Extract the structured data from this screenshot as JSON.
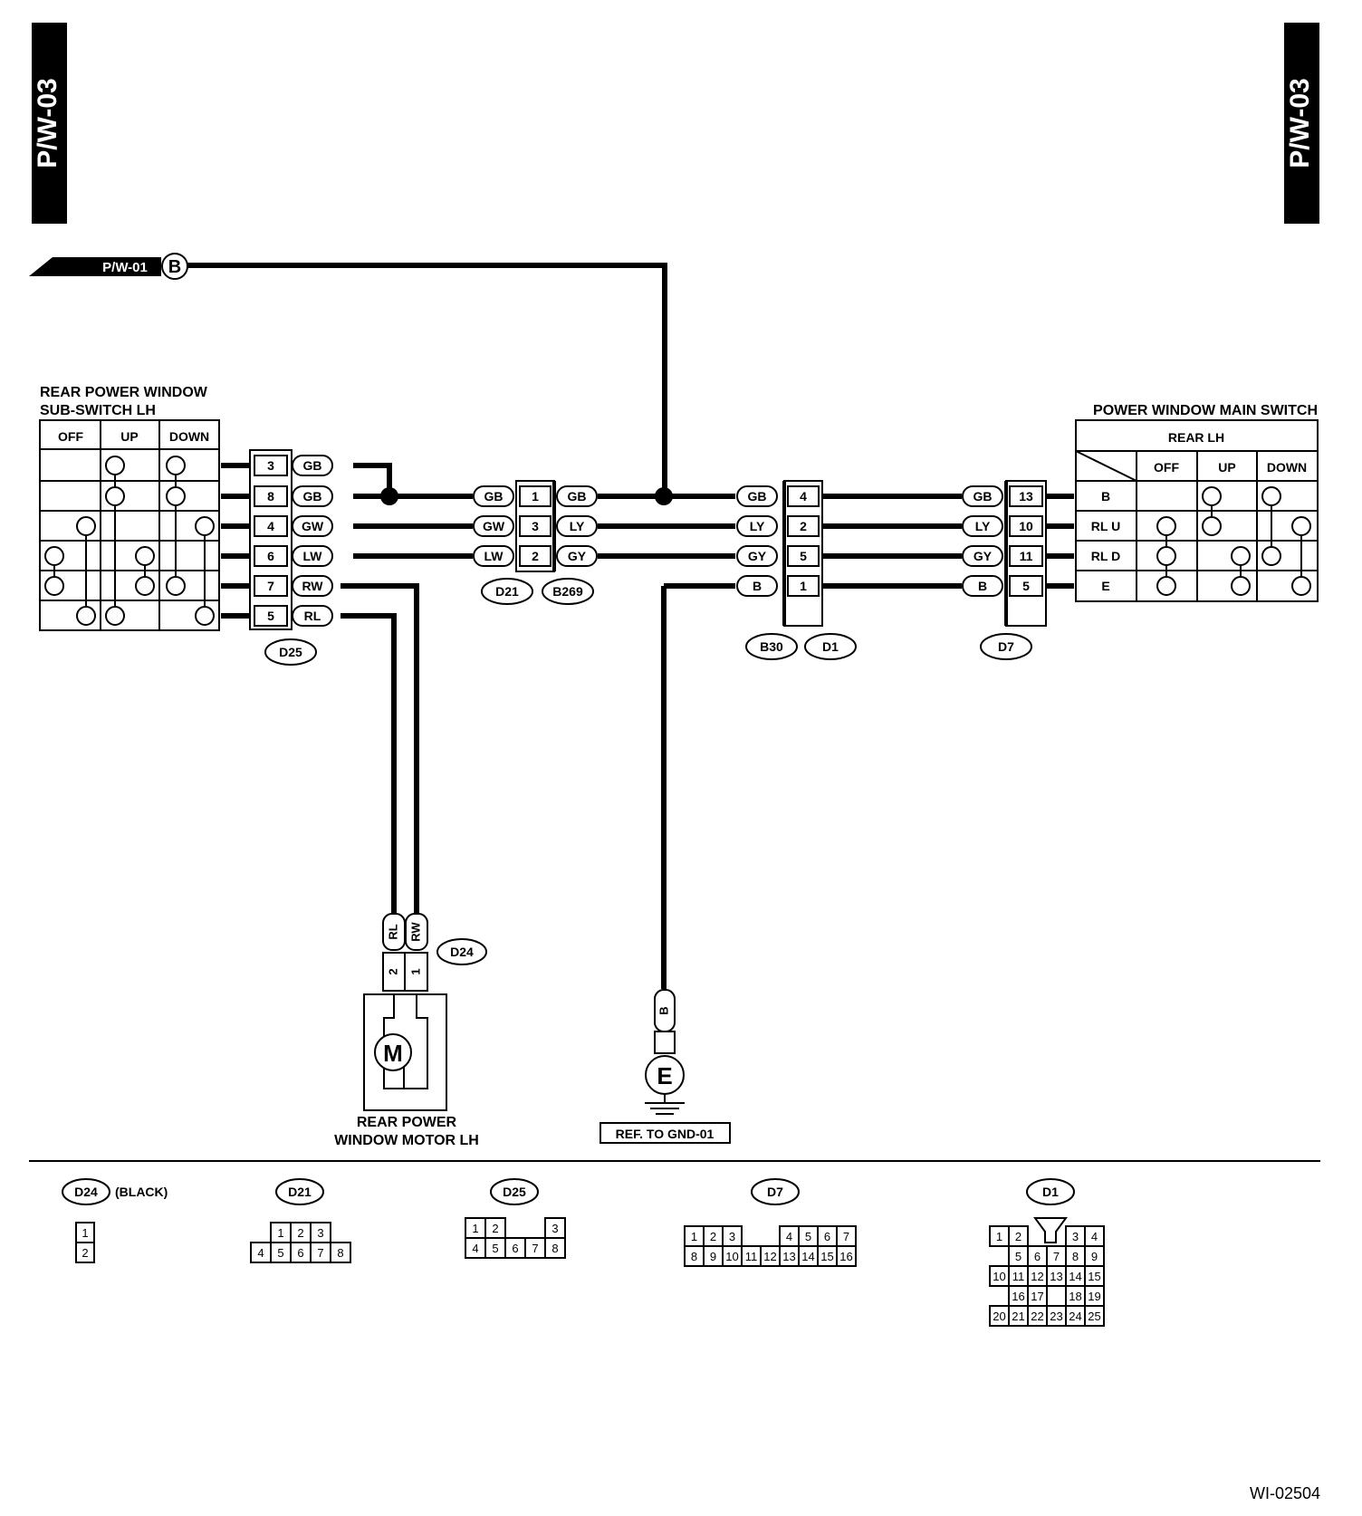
{
  "page_tags": {
    "left": "P/W-03",
    "right": "P/W-03"
  },
  "incoming": {
    "ref": "P/W-01",
    "letter": "B"
  },
  "sub_switch": {
    "title_line1": "REAR POWER WINDOW",
    "title_line2": "SUB-SWITCH LH",
    "columns": [
      "OFF",
      "UP",
      "DOWN"
    ]
  },
  "d25_block": {
    "connector": "D25",
    "pins": [
      "3",
      "8",
      "4",
      "6",
      "7",
      "5"
    ],
    "wires": [
      "GB",
      "GB",
      "GW",
      "LW",
      "RW",
      "RL"
    ]
  },
  "d21_block": {
    "connectors": [
      "D21",
      "B269"
    ],
    "pins": [
      "1",
      "3",
      "2"
    ],
    "left_wires": [
      "GB",
      "GW",
      "LW"
    ],
    "right_wires": [
      "GB",
      "LY",
      "GY"
    ]
  },
  "d1_block": {
    "connectors": [
      "B30",
      "D1"
    ],
    "pins": [
      "4",
      "2",
      "5",
      "1"
    ],
    "wires": [
      "GB",
      "LY",
      "GY",
      "B"
    ]
  },
  "d7_block": {
    "connector": "D7",
    "pins": [
      "13",
      "10",
      "11",
      "5"
    ],
    "wires": [
      "GB",
      "LY",
      "GY",
      "B"
    ]
  },
  "main_switch": {
    "title": "POWER WINDOW MAIN SWITCH",
    "subtitle": "REAR LH",
    "columns": [
      "OFF",
      "UP",
      "DOWN"
    ],
    "rows": [
      "B",
      "RL U",
      "RL D",
      "E"
    ]
  },
  "motor": {
    "connector": "D24",
    "pins": [
      "2",
      "1"
    ],
    "wires": [
      "RL",
      "RW"
    ],
    "symbol": "M",
    "title_line1": "REAR POWER",
    "title_line2": "WINDOW MOTOR LH"
  },
  "ground": {
    "wire": "B",
    "symbol": "E",
    "ref": "REF. TO GND-01"
  },
  "connector_views": [
    {
      "id": "D24",
      "note": "(BLACK)",
      "pins": [
        "1",
        "2"
      ]
    },
    {
      "id": "D21",
      "pins": [
        "1",
        "2",
        "3",
        "4",
        "5",
        "6",
        "7",
        "8"
      ]
    },
    {
      "id": "D25",
      "pins": [
        "1",
        "2",
        "3",
        "4",
        "5",
        "6",
        "7",
        "8"
      ]
    },
    {
      "id": "D7",
      "pins": [
        "1",
        "2",
        "3",
        "4",
        "5",
        "6",
        "7",
        "8",
        "9",
        "10",
        "11",
        "12",
        "13",
        "14",
        "15",
        "16"
      ]
    },
    {
      "id": "D1",
      "pins": [
        "1",
        "2",
        "3",
        "4",
        "5",
        "6",
        "7",
        "8",
        "9",
        "10",
        "11",
        "12",
        "13",
        "14",
        "15",
        "16",
        "17",
        "18",
        "19",
        "20",
        "21",
        "22",
        "23",
        "24",
        "25"
      ]
    }
  ],
  "figure_id": "WI-02504"
}
